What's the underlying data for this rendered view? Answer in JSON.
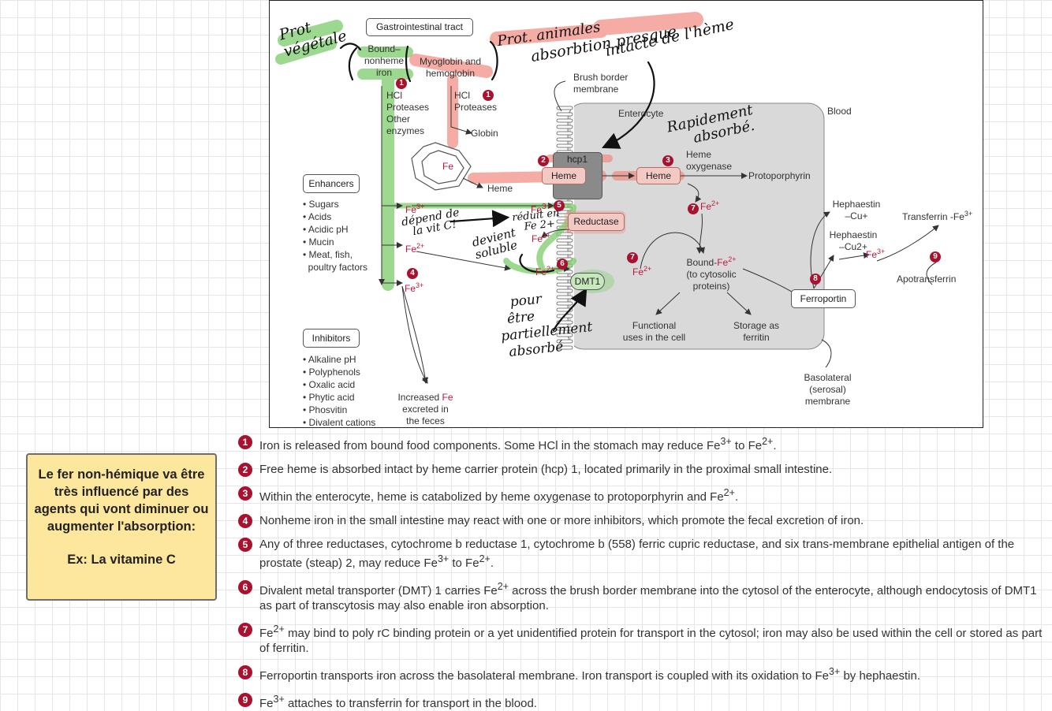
{
  "diagram": {
    "gi_tract": "Gastrointestinal tract",
    "bound_nonheme": [
      "Bound–",
      "nonheme",
      "iron"
    ],
    "myoglobin": [
      "Myoglobin and",
      "hemoglobin"
    ],
    "hcl_left": [
      "HCl",
      "Proteases",
      "Other",
      "enzymes"
    ],
    "hcl_right": [
      "HCl",
      "Proteases"
    ],
    "globin": "Globin",
    "fe_center": "Fe",
    "heme_label": "Heme",
    "brush_border": [
      "Brush border",
      "membrane"
    ],
    "enterocyte": "Enterocyte",
    "blood": "Blood",
    "hcp1": "hcp1",
    "heme_box1": "Heme",
    "heme_box2": "Heme",
    "heme_oxygenase": [
      "Heme",
      "oxygenase"
    ],
    "protoporphyrin": "Protoporphyrin",
    "enhancers": "Enhancers",
    "enhancer_list": [
      "Sugars",
      "Acids",
      "Acidic pH",
      "Mucin",
      "Meat, fish,",
      "poultry factors"
    ],
    "fe3_top": "Fe3+",
    "fe2_left": "Fe2+",
    "fe3_bottom": "Fe3+",
    "fe2_reduct": "Fe2+",
    "fe2_dmt": "Fe2+",
    "fe2_cyto": "Fe2+",
    "fe2_heme": "Fe2+",
    "reductase": "Reductase",
    "dmt1": "DMT1",
    "bound_fe": [
      "Bound-Fe2+",
      "(to cytosolic",
      "proteins)"
    ],
    "functional": [
      "Functional",
      "uses in the cell"
    ],
    "storage": [
      "Storage as",
      "ferritin"
    ],
    "hephaestin1": [
      "Hephaestin",
      "–Cu+"
    ],
    "hephaestin2": [
      "Hephaestin",
      "–Cu2+"
    ],
    "fe3_heph": "Fe3+",
    "transferrin": "Transferrin -Fe3+",
    "apotransferrin": "Apotransferrin",
    "ferroportin": "Ferroportin",
    "inhibitors": "Inhibitors",
    "inhibitor_list": [
      "Alkaline pH",
      "Polyphenols",
      "Oxalic acid",
      "Phytic acid",
      "Phosvitin",
      "Divalent cations"
    ],
    "increased": [
      "Increased Fe",
      "excreted in",
      "the feces"
    ],
    "basolateral": [
      "Basolateral",
      "(serosal)",
      "membrane"
    ],
    "badges": [
      "1",
      "1",
      "2",
      "3",
      "4",
      "5",
      "6",
      "7",
      "7",
      "8",
      "9"
    ]
  },
  "handwriting": {
    "prot_vegetale": [
      "Prot",
      "végétale"
    ],
    "prot_animales": "Prot. animales",
    "absorbtion": "absorbtion presque",
    "intacte": "intacte de l'hème",
    "rapidement": [
      "Rapidement",
      "absorbé."
    ],
    "depend": [
      "dépend de",
      "la vit C!"
    ],
    "reduit": [
      "réduit en",
      "Fe 2+"
    ],
    "devient": [
      "devient",
      "soluble"
    ],
    "pour": [
      "pour",
      "être",
      "partiellement",
      "absorbé"
    ]
  },
  "note": {
    "text": "Le fer non-hémique va être très influencé par des agents qui vont diminuer ou augmenter l'absorption:",
    "example": "Ex: La vitamine C"
  },
  "legend": [
    {
      "num": "1",
      "html": "Iron is released from bound food components. Some HCl in the stomach may reduce Fe<sup>3+</sup> to Fe<sup>2+</sup>."
    },
    {
      "num": "2",
      "html": "Free heme is absorbed intact by heme carrier protein (hcp) 1, located primarily in the proximal small intestine."
    },
    {
      "num": "3",
      "html": "Within the enterocyte, heme is catabolized by heme oxygenase to protoporphyrin and Fe<sup>2+</sup>."
    },
    {
      "num": "4",
      "html": "Nonheme iron in the small intestine may react with one or more inhibitors, which promote the fecal excretion of iron."
    },
    {
      "num": "5",
      "html": "Any of three reductases, cytochrome b reductase 1, cytochrome b (558) ferric cupric reductase, and six trans-membrane epithelial antigen of the prostate (steap) 2, may reduce Fe<sup>3+</sup> to Fe<sup>2+</sup>."
    },
    {
      "num": "6",
      "html": "Divalent metal transporter (DMT) 1 carries Fe<sup>2+</sup> across the brush border membrane into the cytosol of the enterocyte, although endocytosis of DMT1 as part of transcytosis may also enable iron absorption."
    },
    {
      "num": "7",
      "html": "Fe<sup>2+</sup> may bind to poly rC binding protein or a yet unidentified protein for transport in the cytosol; iron may also be used within the cell or stored as part of ferritin."
    },
    {
      "num": "8",
      "html": "Ferroportin transports iron across the basolateral membrane. Iron transport is coupled with its oxidation to Fe<sup>3+</sup> by hephaestin."
    },
    {
      "num": "9",
      "html": "Fe<sup>3+</sup> attaches to transferrin for transport in the blood."
    }
  ]
}
